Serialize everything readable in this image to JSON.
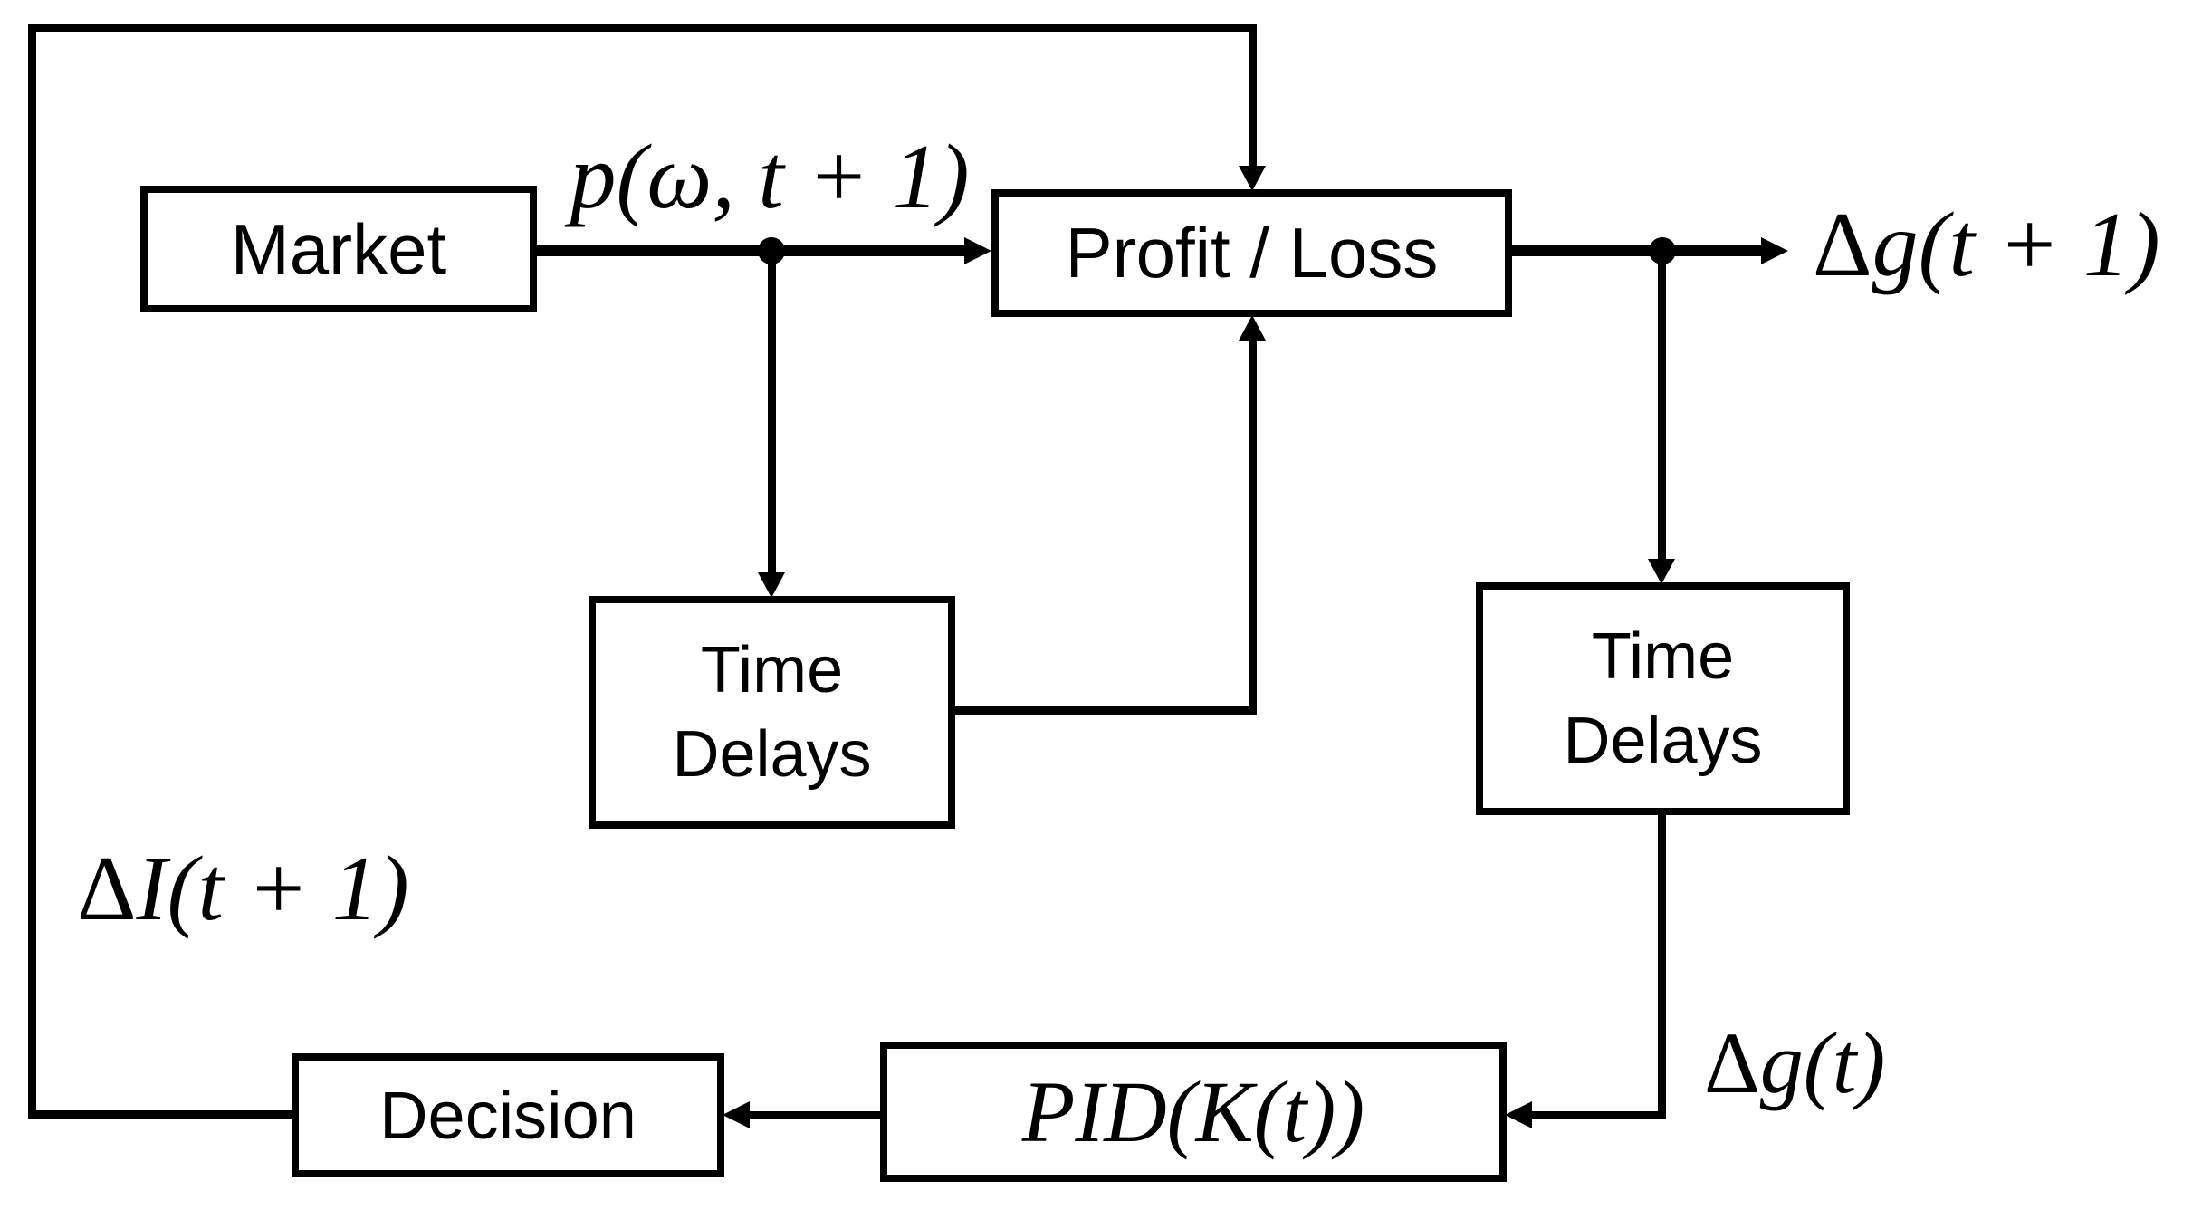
{
  "diagram": {
    "description": "Feedback control loop block diagram of a PID-based trading system",
    "colors": {
      "line": "#000000",
      "background": "#ffffff"
    },
    "boxes": {
      "market": {
        "label": "Market"
      },
      "profit_loss": {
        "label": "Profit / Loss"
      },
      "time_delays_mid": {
        "line1": "Time",
        "line2": "Delays"
      },
      "time_delays_right": {
        "line1": "Time",
        "line2": "Delays"
      },
      "decision": {
        "label": "Decision"
      },
      "pid": {
        "label": "PID(K(t))"
      }
    },
    "labels": {
      "price": {
        "expr": "p(ω, t + 1)"
      },
      "gain_next": {
        "delta": "Δ",
        "expr": "g(t + 1)"
      },
      "inventory_next": {
        "delta": "Δ",
        "expr": "I(t + 1)"
      },
      "gain_current": {
        "delta": "Δ",
        "expr": "g(t)"
      }
    }
  }
}
